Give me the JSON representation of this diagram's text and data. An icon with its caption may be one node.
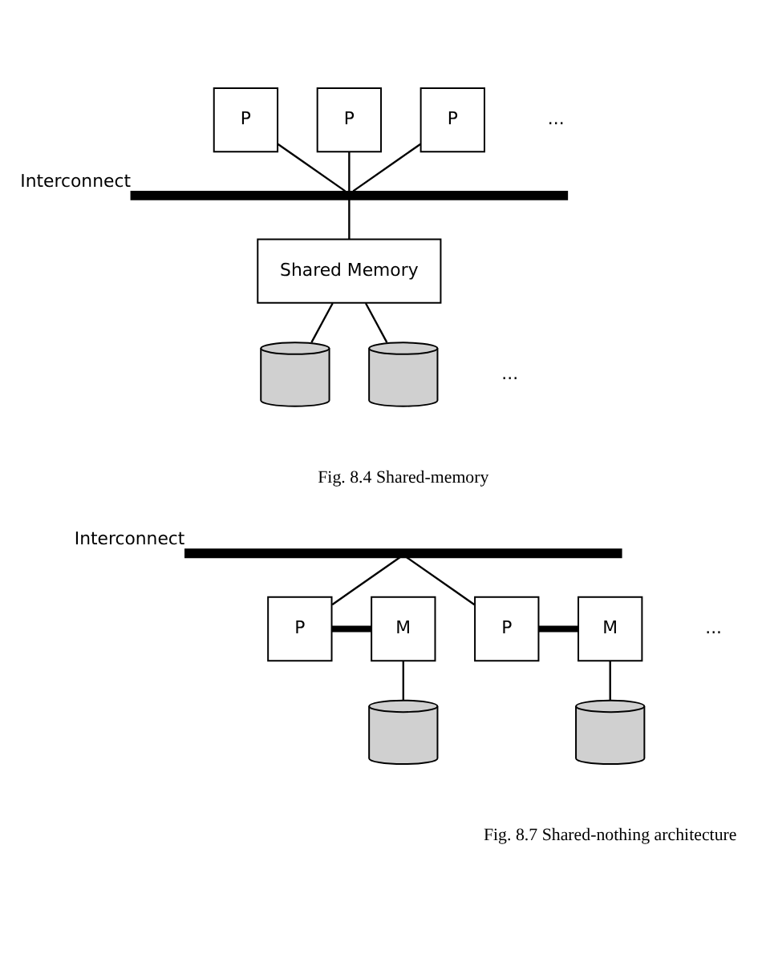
{
  "diagram": {
    "nodes": [
      {
        "text": [
          "P"
        ]
      },
      {
        "text": [
          "P"
        ]
      },
      {
        "text": [
          "P"
        ]
      },
      {
        "text": [],
        "shape": "bar",
        "beside": [
          "Interconnect"
        ]
      },
      {
        "text": [
          "Shared Memory"
        ]
      },
      {
        "text": [],
        "shape": "cylinder"
      },
      {
        "text": [],
        "shape": "cylinder"
      },
      {
        "text": [],
        "shape": "bar",
        "beside": [
          "Interconnect"
        ]
      },
      {
        "text": [
          "P"
        ]
      },
      {
        "text": [
          "M"
        ]
      },
      {
        "text": [
          "P"
        ]
      },
      {
        "text": [
          "M"
        ]
      },
      {
        "text": [],
        "shape": "cylinder"
      },
      {
        "text": [],
        "shape": "cylinder"
      }
    ],
    "edges": [
      {
        "from": 0,
        "to": 3,
        "arrow": "none"
      },
      {
        "from": 1,
        "to": 3,
        "arrow": "none"
      },
      {
        "from": 2,
        "to": 3,
        "arrow": "none"
      },
      {
        "from": 3,
        "to": 4,
        "arrow": "none"
      },
      {
        "from": 4,
        "to": 5,
        "arrow": "none"
      },
      {
        "from": 4,
        "to": 6,
        "arrow": "none"
      },
      {
        "from": 7,
        "to": 8,
        "arrow": "none"
      },
      {
        "from": 8,
        "to": 9,
        "arrow": "none",
        "style": "thick"
      },
      {
        "from": 7,
        "to": 10,
        "arrow": "none"
      },
      {
        "from": 10,
        "to": 11,
        "arrow": "none",
        "style": "thick"
      },
      {
        "from": 9,
        "to": 12,
        "arrow": "none"
      },
      {
        "from": 11,
        "to": 13,
        "arrow": "none"
      }
    ],
    "labels": [
      "...",
      "...",
      "Fig. 8.4 Shared-memory",
      "...",
      "Fig. 8.7 Shared-nothing architecture"
    ]
  }
}
